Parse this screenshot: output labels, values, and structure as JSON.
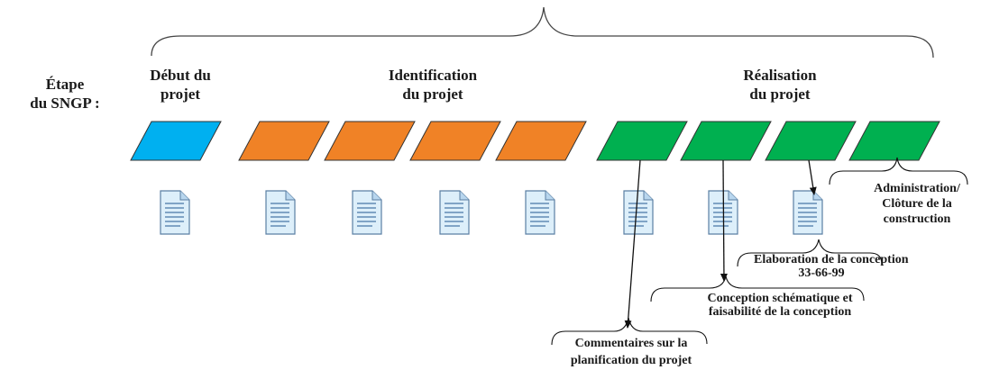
{
  "row_label": {
    "line1": "Étape",
    "line2": "du SNGP :"
  },
  "stages": [
    {
      "line1": "Début du",
      "line2": "projet"
    },
    {
      "line1": "Identification",
      "line2": "du projet"
    },
    {
      "line1": "Réalisation",
      "line2": "du projet"
    }
  ],
  "stage_colors": {
    "debut": "#00B0F0",
    "identification": "#F08226",
    "realisation": "#00B050"
  },
  "step_counts": {
    "debut": 1,
    "identification": 4,
    "realisation": 4
  },
  "document_count": 8,
  "annotations": [
    {
      "line1": "Administration/",
      "line2": "Clôture de la",
      "line3": "construction"
    },
    {
      "line1": "Elaboration de la conception",
      "line2": "33-66-99"
    },
    {
      "line1": "Conception schématique et",
      "line2": "faisabilité de la conception"
    },
    {
      "line1": "Commentaires sur la",
      "line2": "planification du projet"
    }
  ]
}
